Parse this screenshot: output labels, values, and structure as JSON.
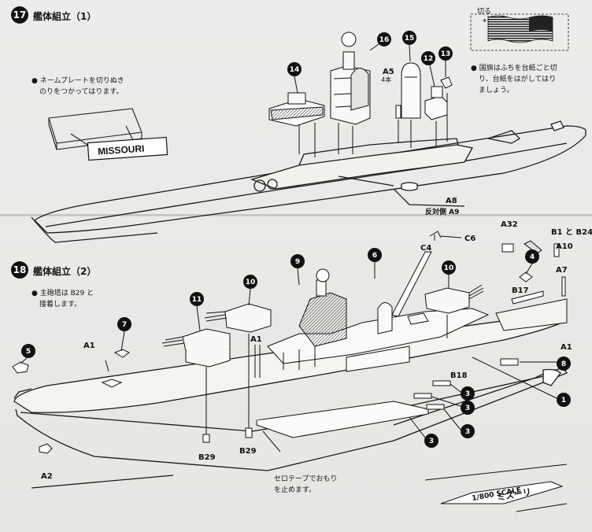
{
  "step17": {
    "number": "17",
    "title": "艦体組立（1）",
    "nameplate_note_line1": "ネームプレートを切りぬき",
    "nameplate_note_line2": "のりをつかってはります。",
    "nameplate_text": "MISSOURI",
    "flag_cut_label": "切る",
    "flag_note_line1": "国旗はふちを台紙ごと切",
    "flag_note_line2": "り、台紙をはがしてはり",
    "flag_note_line3": "ましょう。",
    "callouts": [
      "14",
      "16",
      "15",
      "12",
      "13"
    ],
    "labels": {
      "a5": "A5",
      "a5_qty": "4本",
      "a8": "A8",
      "a9": "反対側 A9"
    }
  },
  "step18": {
    "number": "18",
    "title": "艦体組立（2）",
    "turret_note_line1": "主砲塔は B29 と",
    "turret_note_line2": "接着します。",
    "tape_note_line1": "セロテープでおもり",
    "tape_note_line2": "を止めます。",
    "callouts": [
      "9",
      "6",
      "10",
      "11",
      "10",
      "7",
      "5",
      "4",
      "8",
      "1",
      "3",
      "3",
      "3",
      "3"
    ],
    "labels": {
      "c6": "C6",
      "c4": "C4",
      "a32": "A32",
      "b1b24": "B1 と B24",
      "a10": "A10",
      "a7": "A7",
      "b17": "B17",
      "a1_left": "A1",
      "a1_mid": "A1",
      "a1_right": "A1",
      "b18": "B18",
      "b29_left": "B29",
      "b29_mid": "B29",
      "a2": "A2"
    },
    "scale_label": "1/800 SCALE",
    "ship_label": "ミズーリ"
  }
}
